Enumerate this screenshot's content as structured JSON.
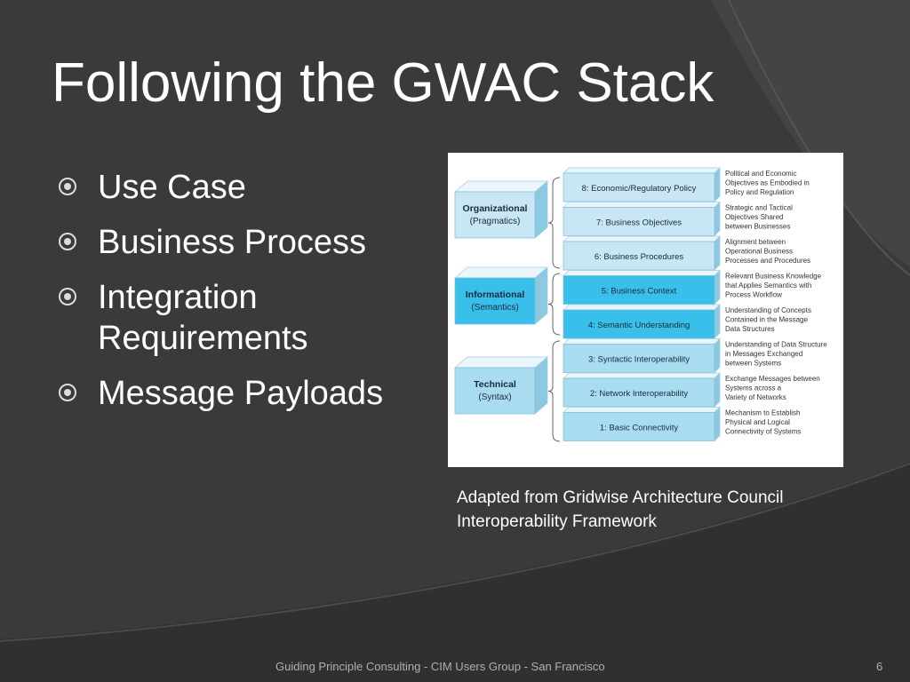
{
  "slide": {
    "title": "Following the GWAC Stack",
    "bullets": [
      "Use Case",
      "Business Process",
      "Integration Requirements",
      "Message Payloads"
    ],
    "caption": [
      "Adapted from Gridwise Architecture Council",
      "Interoperability Framework"
    ],
    "footer": "Guiding Principle Consulting - CIM Users Group - San Francisco",
    "page_number": "6"
  },
  "figure": {
    "groups": [
      {
        "title": "Organizational",
        "subtitle": "(Pragmatics)"
      },
      {
        "title": "Informational",
        "subtitle": "(Semantics)"
      },
      {
        "title": "Technical",
        "subtitle": "(Syntax)"
      }
    ],
    "layers": [
      {
        "label": "8: Economic/Regulatory Policy",
        "desc": [
          "Political and Economic",
          "Objectives as Embodied in",
          "Policy and Regulation"
        ]
      },
      {
        "label": "7: Business Objectives",
        "desc": [
          "Strategic and Tactical",
          "Objectives Shared",
          "between Businesses"
        ]
      },
      {
        "label": "6: Business Procedures",
        "desc": [
          "Alignment between",
          "Operational Business",
          "Processes and Procedures"
        ]
      },
      {
        "label": "5: Business Context",
        "desc": [
          "Relevant Business Knowledge",
          "that Applies Semantics with",
          "Process Workflow"
        ]
      },
      {
        "label": "4: Semantic Understanding",
        "desc": [
          "Understanding of Concepts",
          "Contained in the Message",
          "Data Structures"
        ]
      },
      {
        "label": "3: Syntactic Interoperability",
        "desc": [
          "Understanding of Data Structure",
          "in Messages Exchanged",
          "between Systems"
        ]
      },
      {
        "label": "2: Network Interoperability",
        "desc": [
          "Exchange Messages between",
          "Systems across a",
          "Variety of Networks"
        ]
      },
      {
        "label": "1: Basic Connectivity",
        "desc": [
          "Mechanism to Establish",
          "Physical and Logical",
          "Connectivity of Systems"
        ]
      }
    ],
    "colors": {
      "organizational": "#c8e6f3",
      "informational": "#38c0ea",
      "technical": "#a8dcf0",
      "background": "#3a3a3a"
    }
  }
}
